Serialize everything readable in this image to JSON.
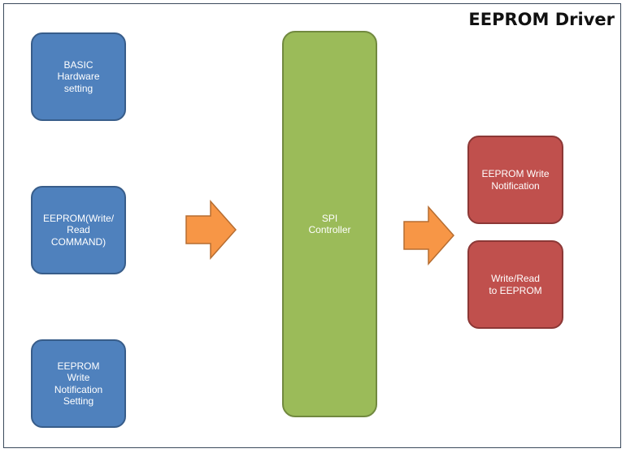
{
  "diagram": {
    "title": "EEPROM Driver",
    "inputs": [
      {
        "label": "BASIC\nHardware\nsetting"
      },
      {
        "label": "EEPROM(Write/\nRead\nCOMMAND)"
      },
      {
        "label": "EEPROM\nWrite\nNotification\nSetting"
      }
    ],
    "controller": {
      "label": "SPI\nController"
    },
    "outputs": [
      {
        "label": "EEPROM  Write\nNotification"
      },
      {
        "label": "Write/Read\nto  EEPROM"
      }
    ]
  },
  "colors": {
    "input_fill": "#4f81bd",
    "controller_fill": "#9bbb59",
    "output_fill": "#c0504d",
    "arrow_fill": "#f79646"
  }
}
